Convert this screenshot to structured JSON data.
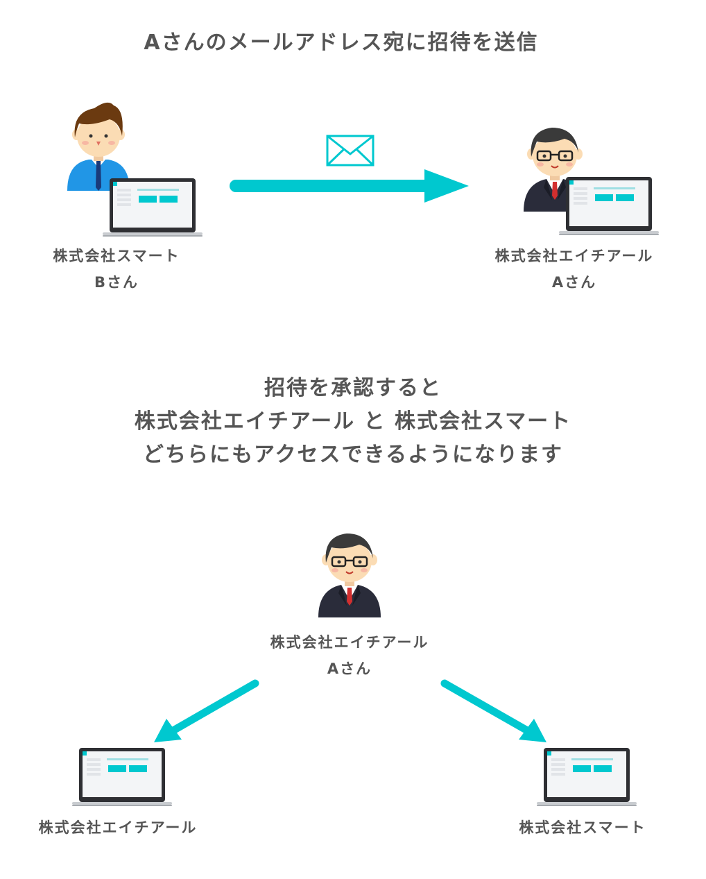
{
  "top": {
    "title": "Aさんのメールアドレス宛に招待を送信",
    "sender": {
      "company": "株式会社スマート",
      "name": "Bさん"
    },
    "receiver": {
      "company": "株式会社エイチアール",
      "name": "Aさん"
    }
  },
  "middle": {
    "lines": [
      "招待を承認すると",
      "株式会社エイチアール と 株式会社スマート",
      "どちらにもアクセスできるようになります"
    ],
    "person": {
      "company": "株式会社エイチアール",
      "name": "Aさん"
    }
  },
  "bottom": {
    "left_company": "株式会社エイチアール",
    "right_company": "株式会社スマート"
  },
  "colors": {
    "accent": "#00c8cf",
    "text": "#555555",
    "suit": "#2a2c3a",
    "shirt_blue": "#2196e6",
    "hair_brown": "#6b3a10",
    "hair_dark": "#3a3a3a",
    "skin": "#fbdcb4"
  },
  "icons": [
    "envelope-icon",
    "laptop-icon",
    "arrow-right-icon",
    "arrow-down-left-icon",
    "arrow-down-right-icon"
  ]
}
